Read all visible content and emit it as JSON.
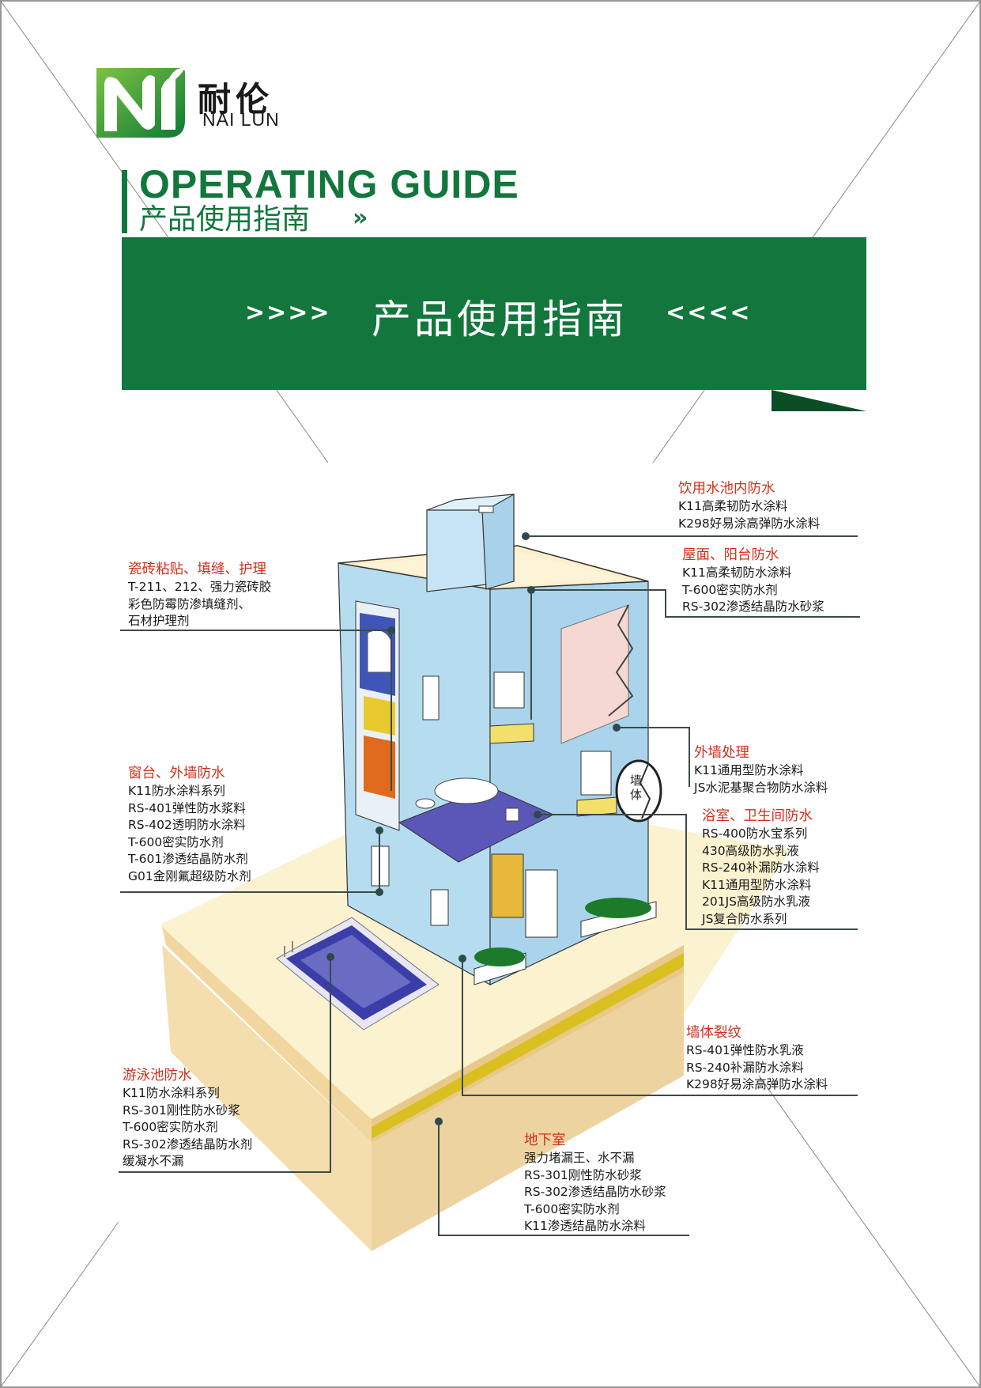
{
  "brand": {
    "name_cn": "耐伦",
    "name_en": "NAI LUN"
  },
  "heading": {
    "en": "OPERATING GUIDE",
    "cn": "产品使用指南",
    "chevrons": "»"
  },
  "banner": {
    "left_arrows": ">>>>",
    "title": "产品使用指南",
    "right_arrows": "<<<<"
  },
  "colors": {
    "brand_green": "#13773d",
    "dark_green": "#0b4d26",
    "callout_title": "#d0301c",
    "leader_line": "#3c4a4a"
  },
  "callouts": {
    "drinking_tank": {
      "title": "饮用水池内防水",
      "items": [
        "K11高柔韧防水涂料",
        "K298好易涂高弹防水涂料"
      ]
    },
    "roof": {
      "title": "屋面、阳台防水",
      "items": [
        "K11高柔韧防水涂料",
        "T-600密实防水剂",
        "RS-302渗透结晶防水砂浆"
      ]
    },
    "tile": {
      "title": "瓷砖粘贴、填缝、护理",
      "items": [
        "T-211、212、强力瓷砖胶",
        "彩色防霉防渗填缝剂、",
        "石材护理剂"
      ]
    },
    "window": {
      "title": "窗台、外墙防水",
      "items": [
        "K11防水涂料系列",
        "RS-401弹性防水浆料",
        "RS-402透明防水涂料",
        "T-600密实防水剂",
        "T-601渗透结晶防水剂",
        "G01金刚氟超级防水剂"
      ]
    },
    "exterior": {
      "title": "外墙处理",
      "items": [
        "K11通用型防水涂料",
        "JS水泥基聚合物防水涂料"
      ]
    },
    "bathroom": {
      "title": "浴室、卫生间防水",
      "items": [
        "RS-400防水宝系列",
        "430高级防水乳液",
        "RS-240补漏防水涂料",
        "K11通用型防水涂料",
        "201JS高级防水乳液",
        "JS复合防水系列"
      ]
    },
    "crack": {
      "title": "墙体裂纹",
      "items": [
        "RS-401弹性防水乳液",
        "RS-240补漏防水涂料",
        "K298好易涂高弹防水涂料"
      ]
    },
    "pool": {
      "title": "游泳池防水",
      "items": [
        "K11防水涂料系列",
        "RS-301刚性防水砂浆",
        "T-600密实防水剂",
        "RS-302渗透结晶防水剂",
        "缓凝水不漏"
      ]
    },
    "basement": {
      "title": "地下室",
      "items": [
        "强力堵漏王、水不漏",
        "RS-301刚性防水砂浆",
        "RS-302渗透结晶防水砂浆",
        "T-600密实防水剂",
        "K11渗透结晶防水涂料"
      ]
    }
  },
  "wall_label": "墙体"
}
